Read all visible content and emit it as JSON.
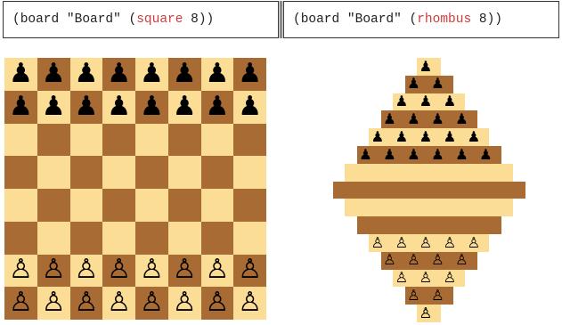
{
  "code_left": {
    "prefix": "(board \"Board\" (",
    "keyword": "square",
    "arg": " 8",
    "suffix": "))"
  },
  "code_right": {
    "prefix": "(board \"Board\" (",
    "keyword": "rhombus",
    "arg": " 8",
    "suffix": "))"
  },
  "colors": {
    "light": "#fbdd95",
    "dark": "#a86b34",
    "keyword": "#d23b3b"
  },
  "square_board": {
    "size": 8,
    "black_rows": [
      0,
      1
    ],
    "white_rows": [
      6,
      7
    ],
    "piece": "pawn"
  },
  "rhombus_board": {
    "size": 8,
    "black_rows": [
      1,
      2,
      3,
      4,
      5
    ],
    "white_rows": [
      10,
      11,
      12,
      13,
      14
    ],
    "piece": "pawn"
  },
  "icons": {
    "black_pawn": "♟",
    "white_pawn": "♙"
  }
}
